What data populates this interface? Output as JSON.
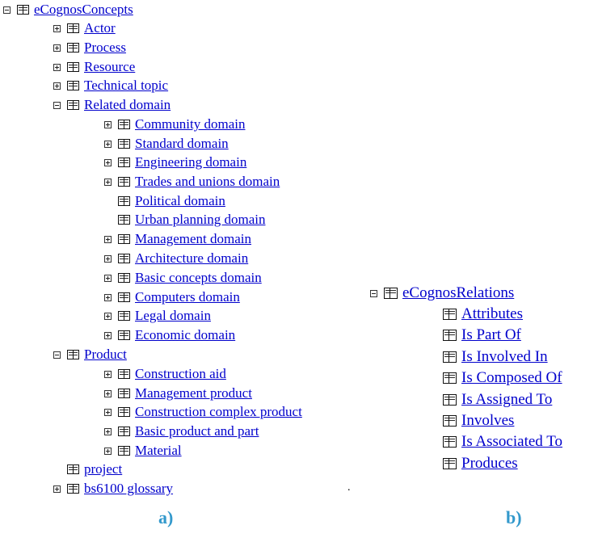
{
  "tree_a": {
    "root": "eCognosConcepts",
    "items": [
      {
        "label": "Actor"
      },
      {
        "label": "Process"
      },
      {
        "label": "Resource"
      },
      {
        "label": "Technical topic"
      },
      {
        "label": "Related domain"
      },
      {
        "label": "Community domain"
      },
      {
        "label": "Standard domain"
      },
      {
        "label": "Engineering domain"
      },
      {
        "label": "Trades and unions domain"
      },
      {
        "label": "Political domain"
      },
      {
        "label": "Urban planning domain"
      },
      {
        "label": "Management domain"
      },
      {
        "label": "Architecture domain"
      },
      {
        "label": "Basic concepts domain"
      },
      {
        "label": "Computers domain"
      },
      {
        "label": "Legal domain"
      },
      {
        "label": "Economic domain"
      },
      {
        "label": "Product"
      },
      {
        "label": "Construction aid"
      },
      {
        "label": "Management product"
      },
      {
        "label": "Construction complex product"
      },
      {
        "label": "Basic product and part"
      },
      {
        "label": "Material"
      },
      {
        "label": "project"
      },
      {
        "label": "bs6100 glossary"
      }
    ],
    "caption": "a)"
  },
  "tree_b": {
    "root": "eCognosRelations",
    "items": [
      {
        "label": "Attributes"
      },
      {
        "label": "Is Part Of"
      },
      {
        "label": "Is Involved In"
      },
      {
        "label": "Is Composed Of"
      },
      {
        "label": "Is Assigned To"
      },
      {
        "label": "Involves"
      },
      {
        "label": "Is Associated To"
      },
      {
        "label": "Produces"
      }
    ],
    "caption": "b)"
  },
  "stray_mark": "."
}
